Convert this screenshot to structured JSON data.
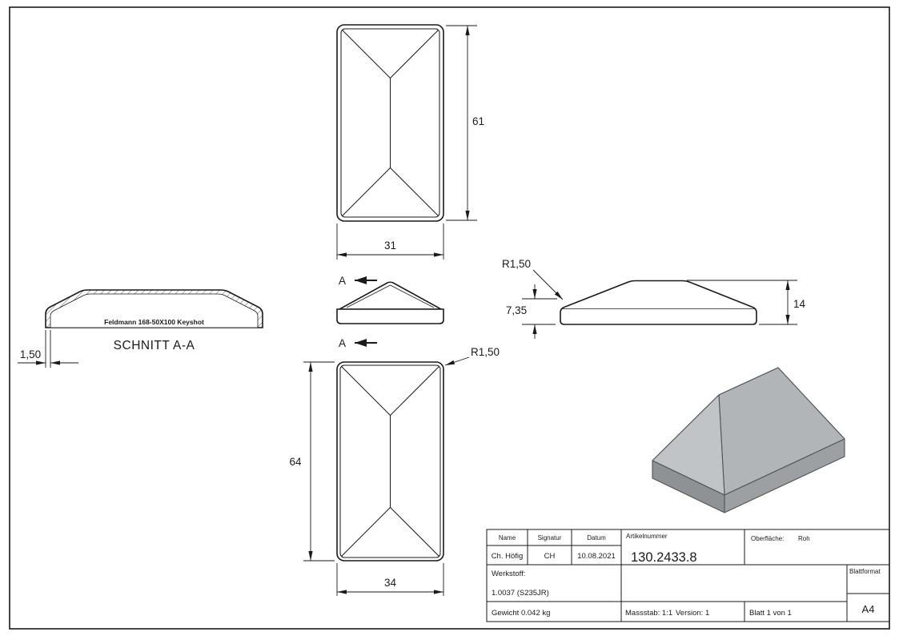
{
  "drawing": {
    "views": {
      "top": {
        "dim_length": "61",
        "dim_width": "31"
      },
      "section": {
        "title": "SCHNITT A-A",
        "part_label": "Feldmann 168-50X100 Keyshot",
        "dim_wall": "1,50"
      },
      "front": {
        "cut_top": "A",
        "cut_bottom": "A"
      },
      "side": {
        "dim_upper": "7,35",
        "dim_total": "14",
        "radius": "R1,50"
      },
      "bottom": {
        "dim_length": "64",
        "dim_width": "34",
        "radius": "R1,50"
      }
    }
  },
  "title_block": {
    "headers": {
      "name": "Name",
      "signatur": "Signatur",
      "datum": "Datum",
      "artikelnummer": "Artikelnummer",
      "oberflaeche_label": "Oberfläche:",
      "oberflaeche_value": "Roh"
    },
    "row": {
      "name": "Ch. Höfig",
      "signatur": "CH",
      "datum": "10.08.2021",
      "artikelnummer": "130.2433.8"
    },
    "werkstoff_label": "Werkstoff:",
    "werkstoff_value": "1.0037 (S235JR)",
    "blattformat_label": "Blattformat",
    "blattformat_value": "A4",
    "gewicht": "Gewicht 0.042 kg",
    "massstab": "Massstab: 1:1",
    "version": "Version: 1",
    "blatt": "Blatt 1 von 1"
  },
  "colors": {
    "line": "#1a1a1a",
    "iso_top_left": "#cdd0d1",
    "iso_top_right": "#b1b5b7",
    "iso_end_left": "#c1c4c6",
    "iso_end_right": "#b8bcbe",
    "iso_base_left": "#8e9294",
    "iso_base_right": "#9ca0a2"
  }
}
